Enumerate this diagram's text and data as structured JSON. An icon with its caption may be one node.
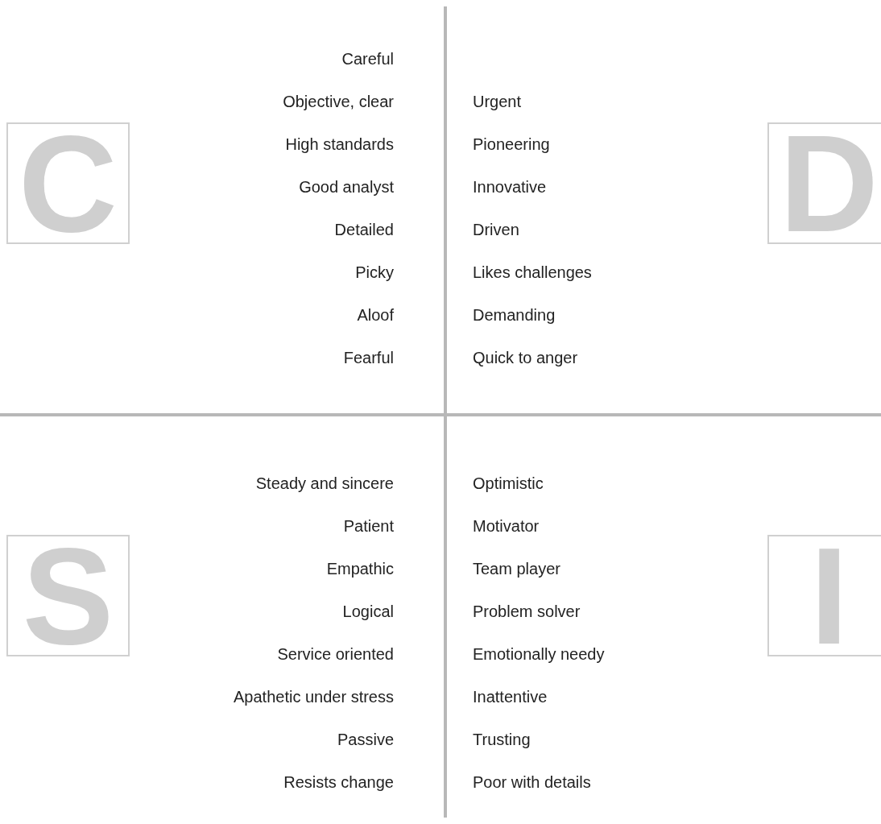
{
  "diagram": {
    "nodes": [
      {
        "text": [
          "C"
        ]
      },
      {
        "text": [
          "D"
        ]
      },
      {
        "text": [
          "S"
        ]
      },
      {
        "text": [
          "I"
        ]
      }
    ],
    "labels": [
      "Careful",
      "Objective, clear",
      "High standards",
      "Good analyst",
      "Detailed",
      "Picky",
      "Aloof",
      "Fearful",
      "Urgent",
      "Pioneering",
      "Innovative",
      "Driven",
      "Likes challenges",
      "Demanding",
      "Quick to anger",
      "Steady and sincere",
      "Patient",
      "Empathic",
      "Logical",
      "Service oriented",
      "Apathetic under stress",
      "Passive",
      "Resists change",
      "Optimistic",
      "Motivator",
      "Team player",
      "Problem solver",
      "Emotionally needy",
      "Inattentive",
      "Trusting",
      "Poor with details"
    ]
  }
}
